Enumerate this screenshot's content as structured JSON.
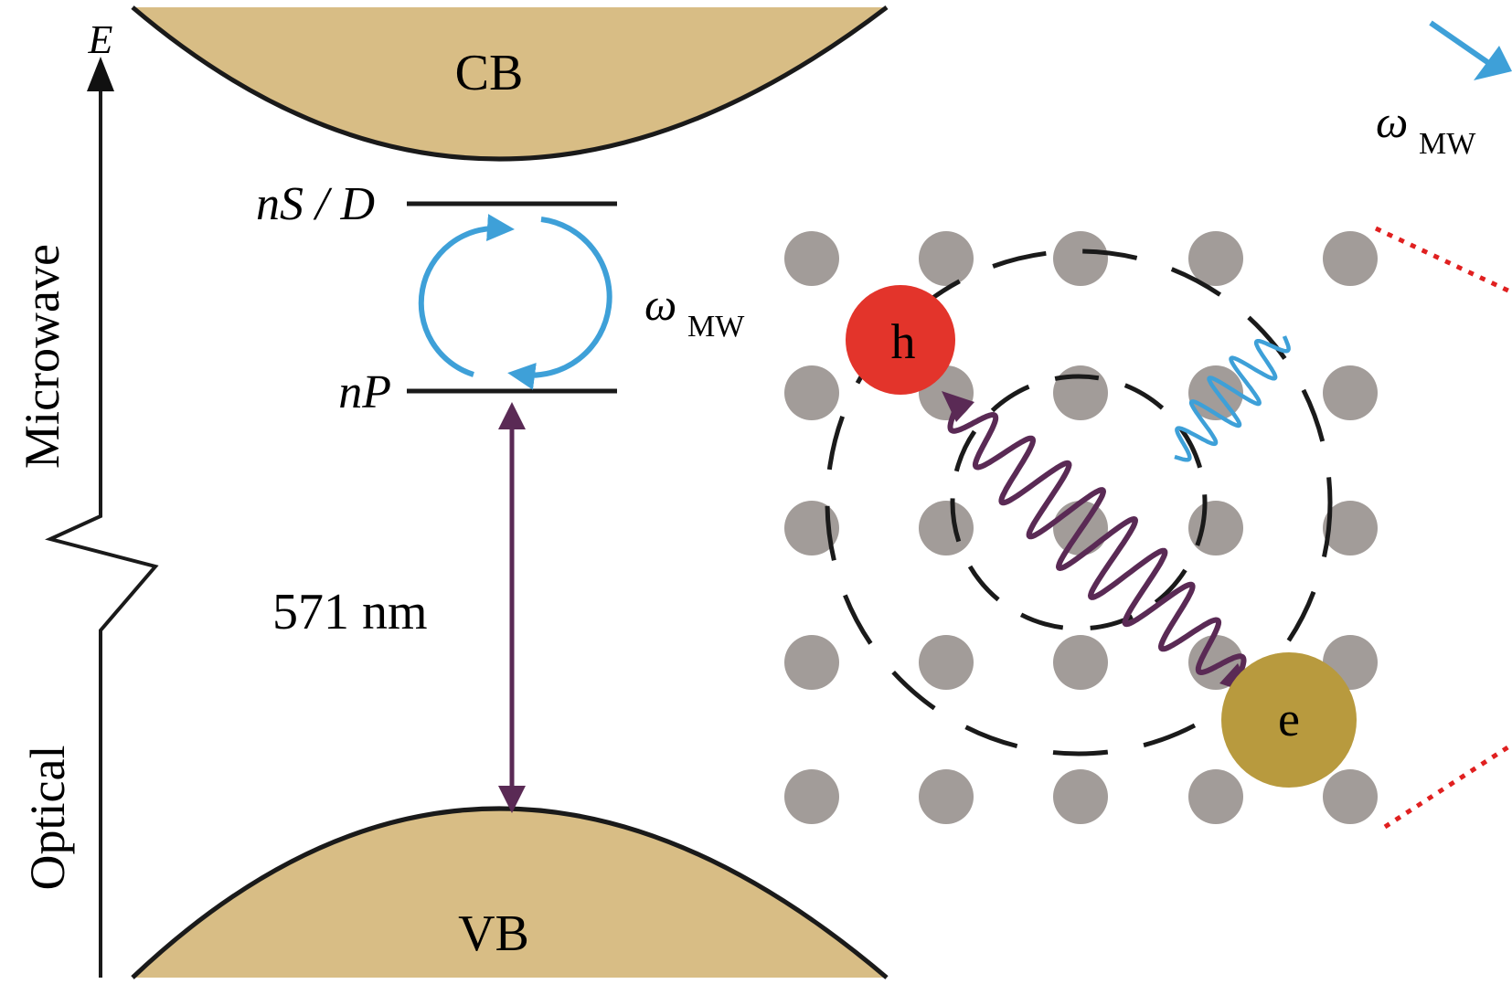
{
  "energy_axis": {
    "label": "E",
    "section_upper": "Microwave",
    "section_lower": "Optical"
  },
  "bands": {
    "conduction": "CB",
    "valence": "VB"
  },
  "levels": {
    "upper": "nS / D",
    "lower": "nP"
  },
  "transitions": {
    "microwave_label": "ω",
    "microwave_subscript": "MW",
    "optical_label": "571 nm"
  },
  "exciton": {
    "hole_label": "h",
    "electron_label": "e"
  },
  "colors": {
    "band_fill": "#d8bd85",
    "microwave_arrow": "#3ea0d8",
    "optical_arrow": "#5a2a55",
    "hole": "#e3342b",
    "electron": "#b89a3e",
    "lattice_atom": "#a29c99",
    "outline": "#1a1a1a",
    "dotted_line": "#e02020"
  }
}
